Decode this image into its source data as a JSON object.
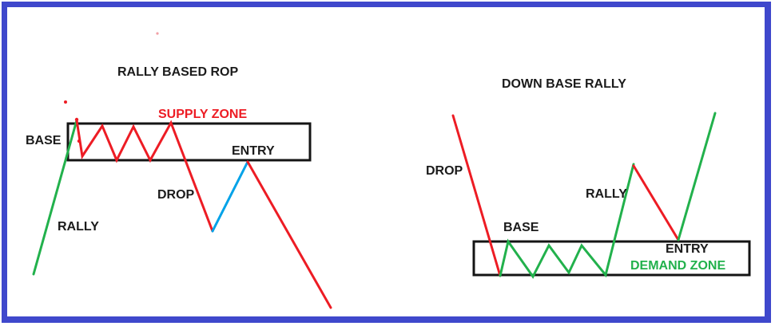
{
  "colors": {
    "red": "#ED1C24",
    "green": "#22B14C",
    "blue": "#00A2E8",
    "border_blue": "#3F48CC",
    "box_black": "#141414",
    "text_black": "#1b1b1b",
    "stray_pink": "#f2a0a6"
  },
  "left_diagram": {
    "title": "RALLY BASED ROP",
    "zone_label": "SUPPLY ZONE",
    "labels": {
      "base": "BASE",
      "entry": "ENTRY",
      "drop": "DROP",
      "rally": "RALLY"
    }
  },
  "right_diagram": {
    "title": "DOWN BASE RALLY",
    "zone_label": "DEMAND ZONE",
    "labels": {
      "drop": "DROP",
      "base": "BASE",
      "rally": "RALLY",
      "entry": "ENTRY"
    }
  }
}
